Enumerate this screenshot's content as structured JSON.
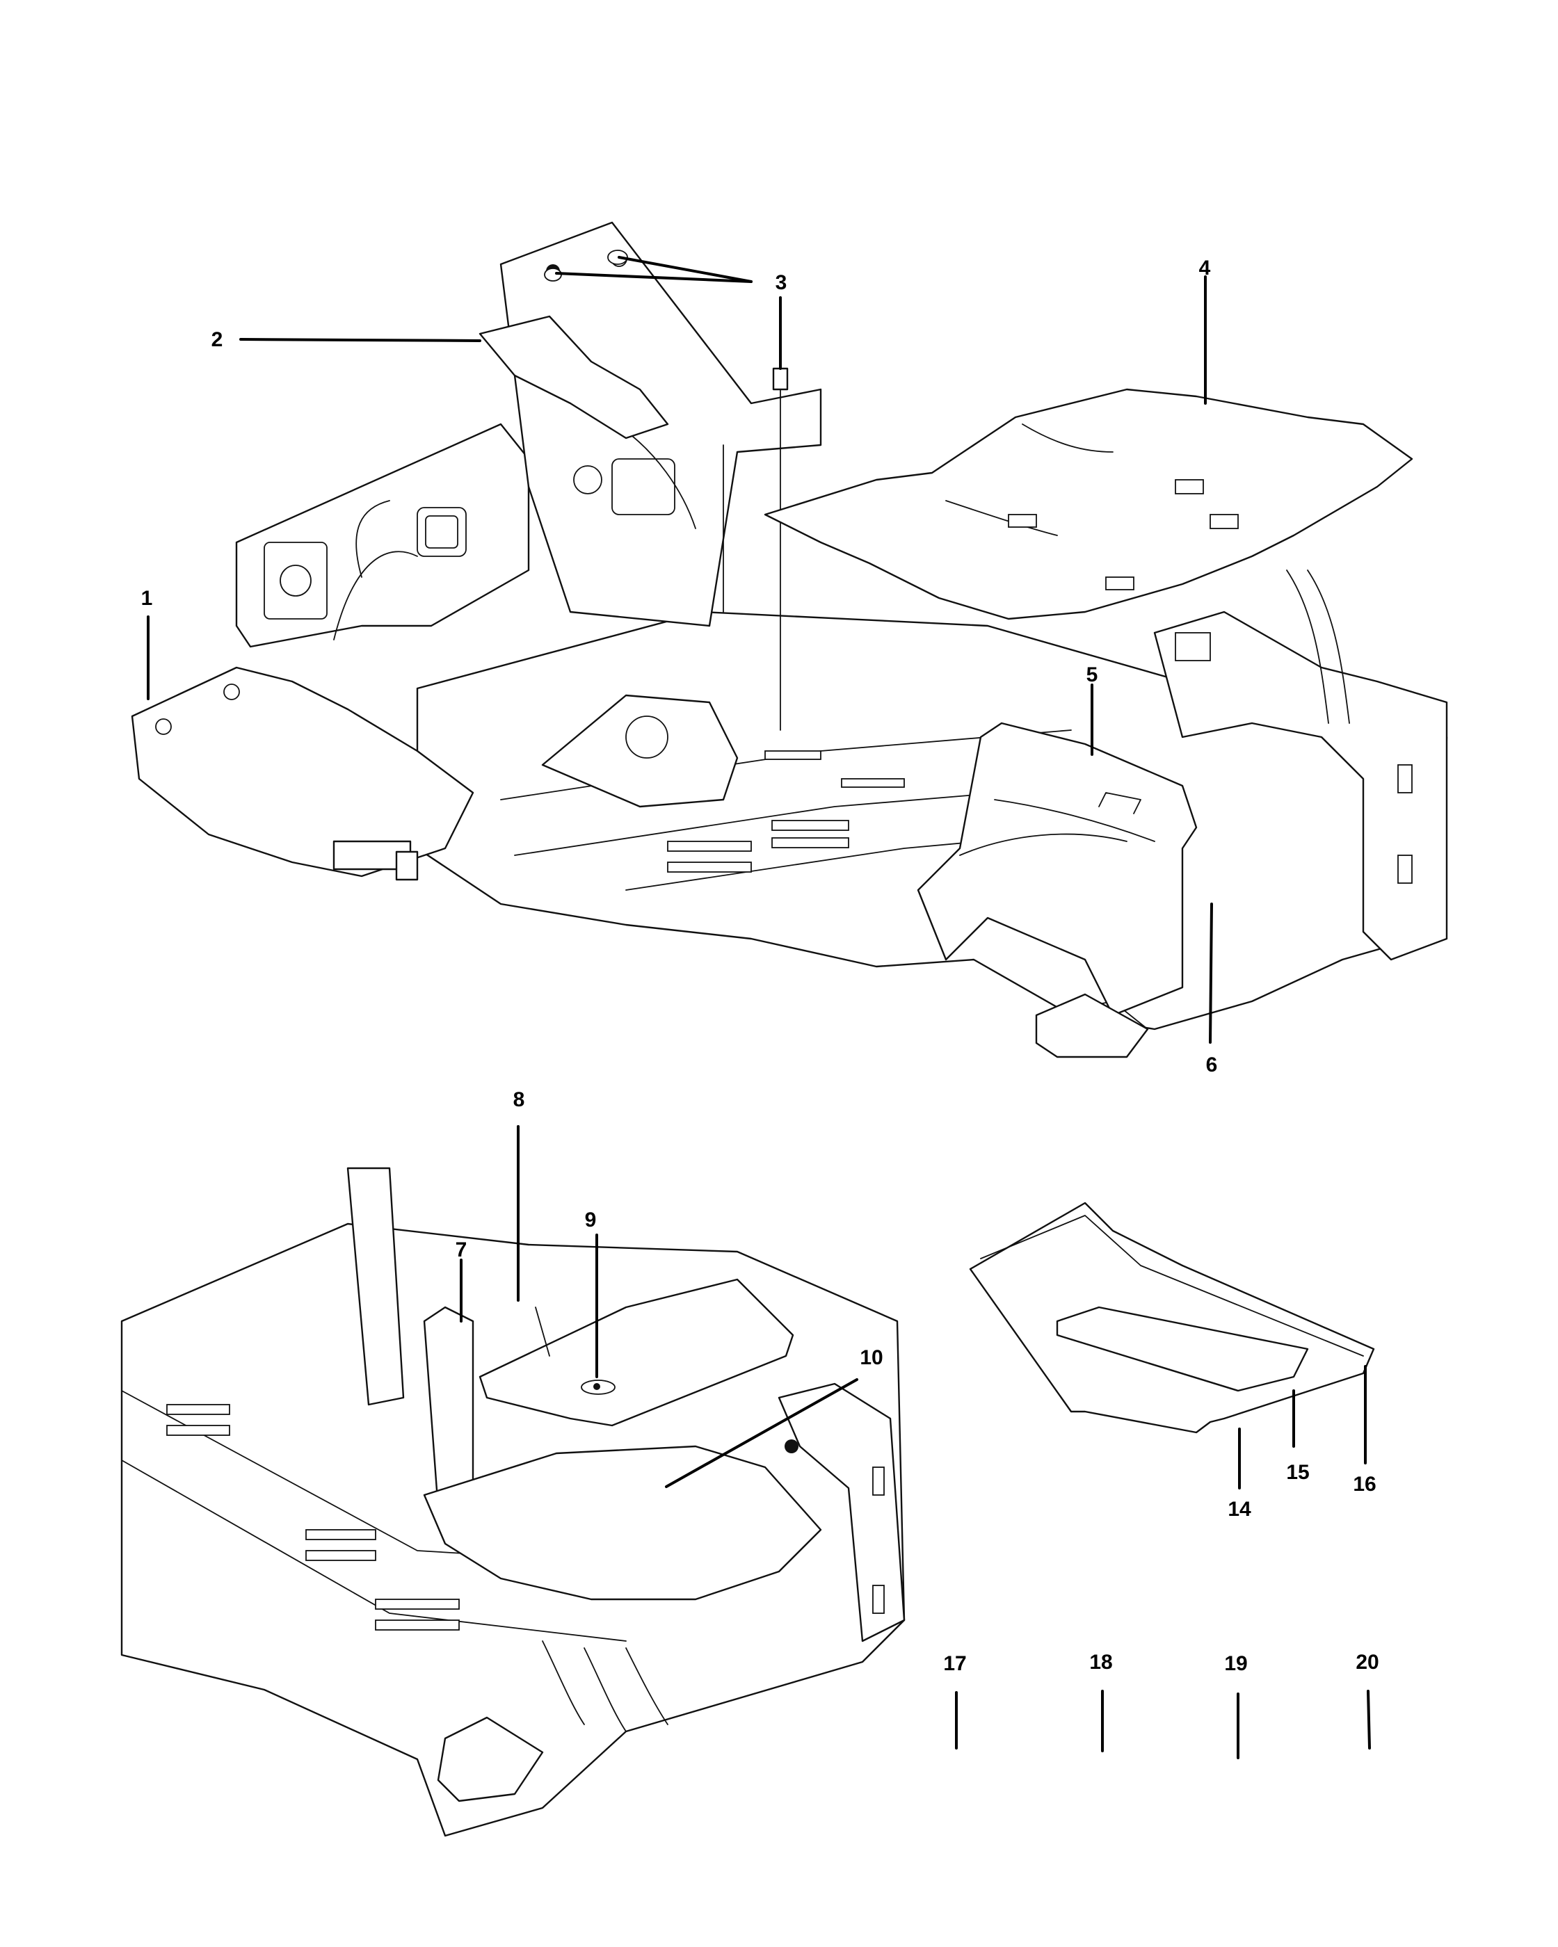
{
  "callouts": {
    "c1": "1",
    "c2": "2",
    "c3": "3",
    "c4": "4",
    "c5": "5",
    "c6": "6",
    "c7": "7",
    "c8": "8",
    "c9": "9",
    "c10": "10",
    "c14": "14",
    "c15": "15",
    "c16": "16",
    "c17": "17",
    "c18": "18",
    "c19": "19",
    "c20": "20"
  },
  "colors": {
    "line": "#111111",
    "background": "#ffffff"
  }
}
